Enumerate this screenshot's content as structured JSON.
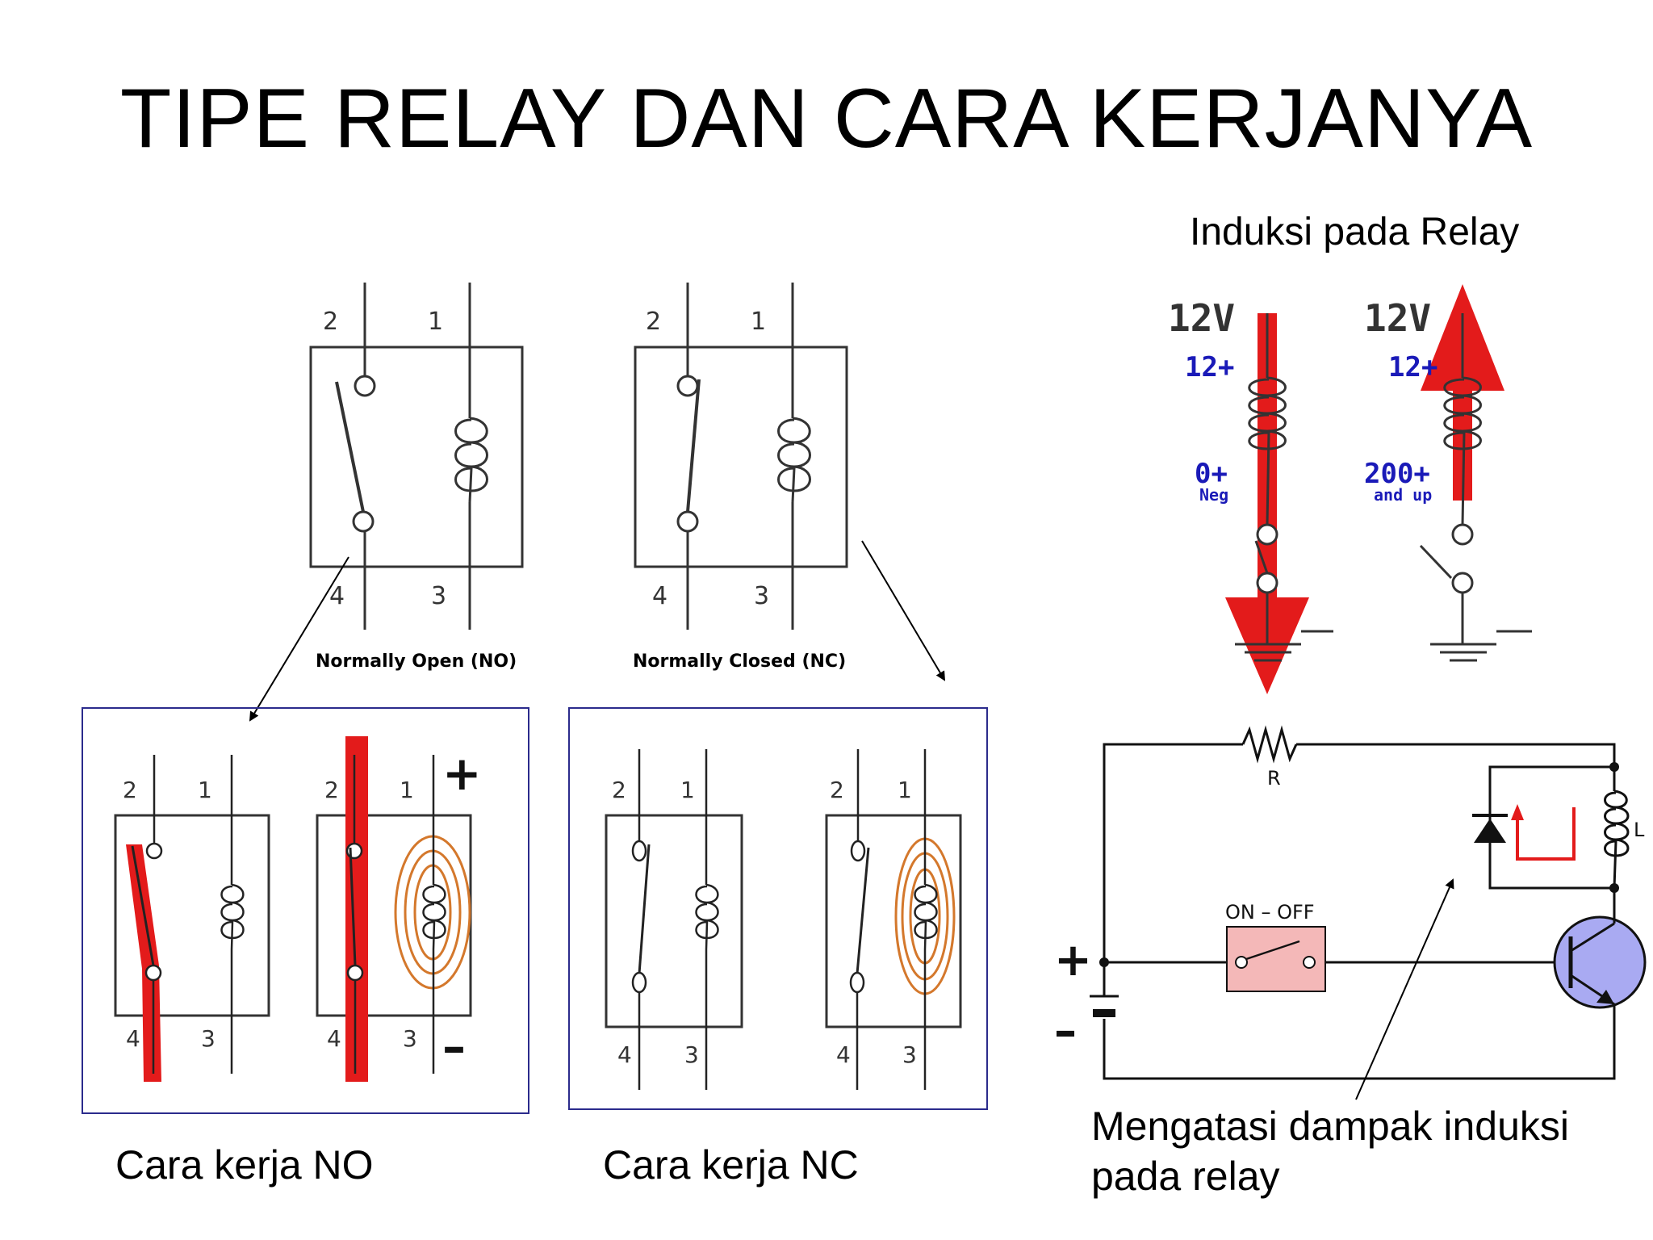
{
  "title": "TIPE RELAY DAN CARA KERJANYA",
  "induction_caption": "Induksi pada Relay",
  "caption_no": "Cara kerja NO",
  "caption_nc": "Cara kerja NC",
  "caption_solution_line1": "Mengatasi dampak induksi",
  "caption_solution_line2": "pada relay",
  "relay_no_label": "Normally Open (NO)",
  "relay_nc_label": "Normally Closed (NC)",
  "pins": {
    "p1": "1",
    "p2": "2",
    "p3": "3",
    "p4": "4"
  },
  "signs": {
    "plus": "+",
    "minus": "–"
  },
  "induction": {
    "left_voltage": "12V",
    "left_top": "12+",
    "left_bottom": "0+",
    "left_bottom_sub": "Neg",
    "right_voltage": "12V",
    "right_top": "12+",
    "right_bottom": "200+",
    "right_bottom_sub": "and up"
  },
  "circuit": {
    "resistor_label": "R",
    "inductor_label": "L",
    "switch_label": "ON – OFF",
    "battery_plus": "+",
    "battery_minus": "–"
  },
  "colors": {
    "current": "#e31b1b",
    "field": "#d4782c",
    "frame": "#2b2b8c",
    "transistor": "#a9aaf2",
    "switch_fill": "#f4b8b8"
  }
}
